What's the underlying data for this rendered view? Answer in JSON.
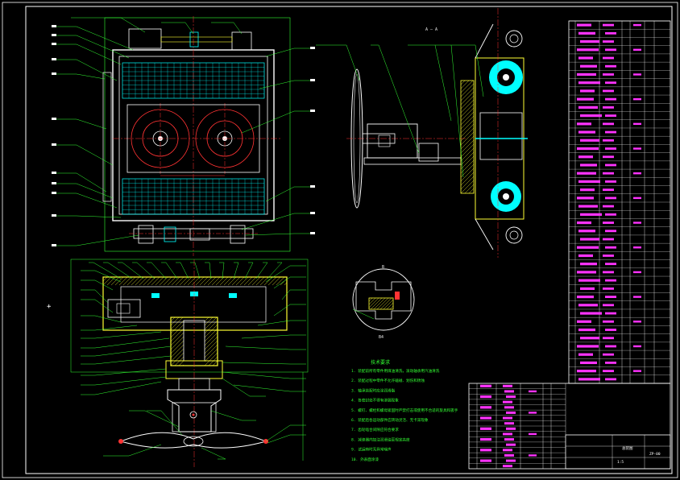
{
  "sheet": {
    "background": "#000000",
    "frame_color": "#ffffff",
    "colors": {
      "outline": "#ffffff",
      "leader": "#33ff33",
      "centerline": "#ff3333",
      "dimension": "#ff3333",
      "hatch": "#ffff33",
      "highlight": "#00ffff",
      "table_text": "#ff33ff",
      "extents": "#33ff33"
    }
  },
  "views": {
    "top_view": {
      "name": "plan-view"
    },
    "side_view": {
      "name": "side-view",
      "section_mark": "A"
    },
    "section_view": {
      "name": "section-view"
    },
    "detail_view": {
      "name": "detail-view",
      "mark": "B"
    }
  },
  "technical_notes": {
    "title": "技术要求",
    "lines": [
      "1. 装配前所有零件用煤油清洗，滚动轴承用汽油清洗",
      "2. 装配过程中零件不允许磕碰、划伤和锈蚀",
      "3. 轴承装配时应涂润滑脂",
      "4. 各密封处不得有渗漏现象",
      "5. 螺钉、螺栓和螺母紧固时严禁打击或使用不合适的旋具和扳手",
      "6. 装配后各运动部件应转动灵活、无卡滞现象",
      "7. 齿轮啮合间隙应符合要求",
      "8. 减速器内加注润滑油至规定高度",
      "9. 试运转时无异常噪声",
      "10. 外表面涂漆"
    ]
  },
  "bom_table": {
    "row_count": 44
  },
  "title_block": {
    "drawing_title": "总装图",
    "drawing_no": "ZP-00",
    "scale": "1:5"
  }
}
